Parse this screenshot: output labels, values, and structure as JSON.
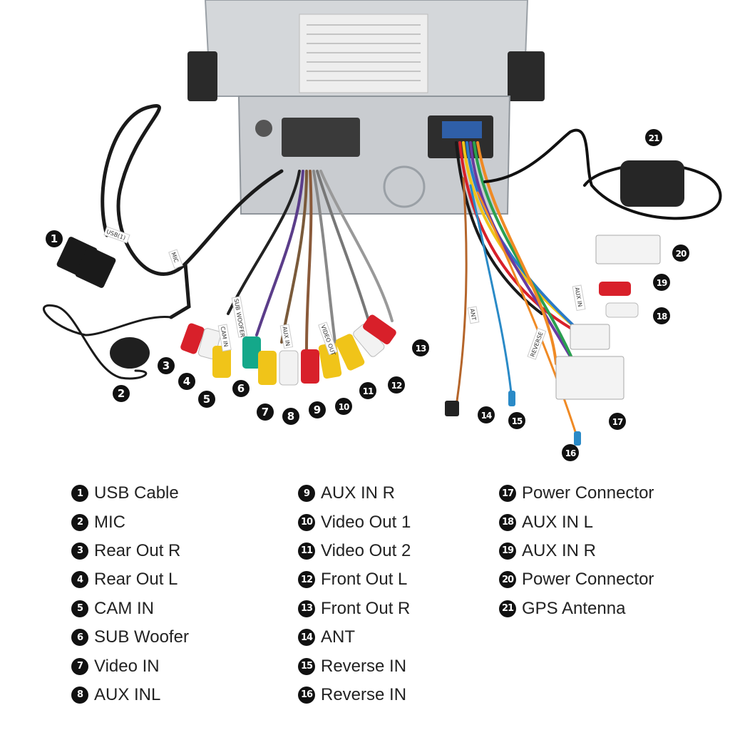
{
  "colors": {
    "badge": "#111111",
    "red_plug": "#d8202a",
    "white_plug": "#f2f2f2",
    "yellow_plug": "#f0c419",
    "green_plug": "#14a88a",
    "chassis": "#c9ccd0"
  },
  "cable_tags": {
    "usb": "USB(1)",
    "mic": "MIC",
    "sub": "SUB WOOFER",
    "cam": "CAM IN",
    "aux": "AUX IN",
    "video": "VIDEO OUT",
    "ant": "ANT",
    "reverse": "REVERSE",
    "aux_lr": "AUX IN"
  },
  "callouts": [
    "1",
    "2",
    "3",
    "4",
    "5",
    "6",
    "7",
    "8",
    "9",
    "10",
    "11",
    "12",
    "13",
    "14",
    "15",
    "16",
    "17",
    "18",
    "19",
    "20",
    "21"
  ],
  "legend": {
    "columns": [
      [
        {
          "num": "1",
          "label": "USB Cable"
        },
        {
          "num": "2",
          "label": "MIC"
        },
        {
          "num": "3",
          "label": "Rear Out R"
        },
        {
          "num": "4",
          "label": "Rear Out L"
        },
        {
          "num": "5",
          "label": "CAM IN"
        },
        {
          "num": "6",
          "label": "SUB Woofer"
        },
        {
          "num": "7",
          "label": "Video IN"
        },
        {
          "num": "8",
          "label": "AUX INL"
        }
      ],
      [
        {
          "num": "9",
          "label": "AUX IN R"
        },
        {
          "num": "10",
          "label": "Video Out 1"
        },
        {
          "num": "11",
          "label": "Video Out 2"
        },
        {
          "num": "12",
          "label": "Front Out L"
        },
        {
          "num": "13",
          "label": "Front Out R"
        },
        {
          "num": "14",
          "label": "ANT"
        },
        {
          "num": "15",
          "label": "Reverse IN"
        },
        {
          "num": "16",
          "label": "Reverse IN"
        }
      ],
      [
        {
          "num": "17",
          "label": "Power Connector"
        },
        {
          "num": "18",
          "label": "AUX IN L"
        },
        {
          "num": "19",
          "label": "AUX IN R"
        },
        {
          "num": "20",
          "label": "Power Connector"
        },
        {
          "num": "21",
          "label": "GPS Antenna"
        }
      ]
    ]
  }
}
